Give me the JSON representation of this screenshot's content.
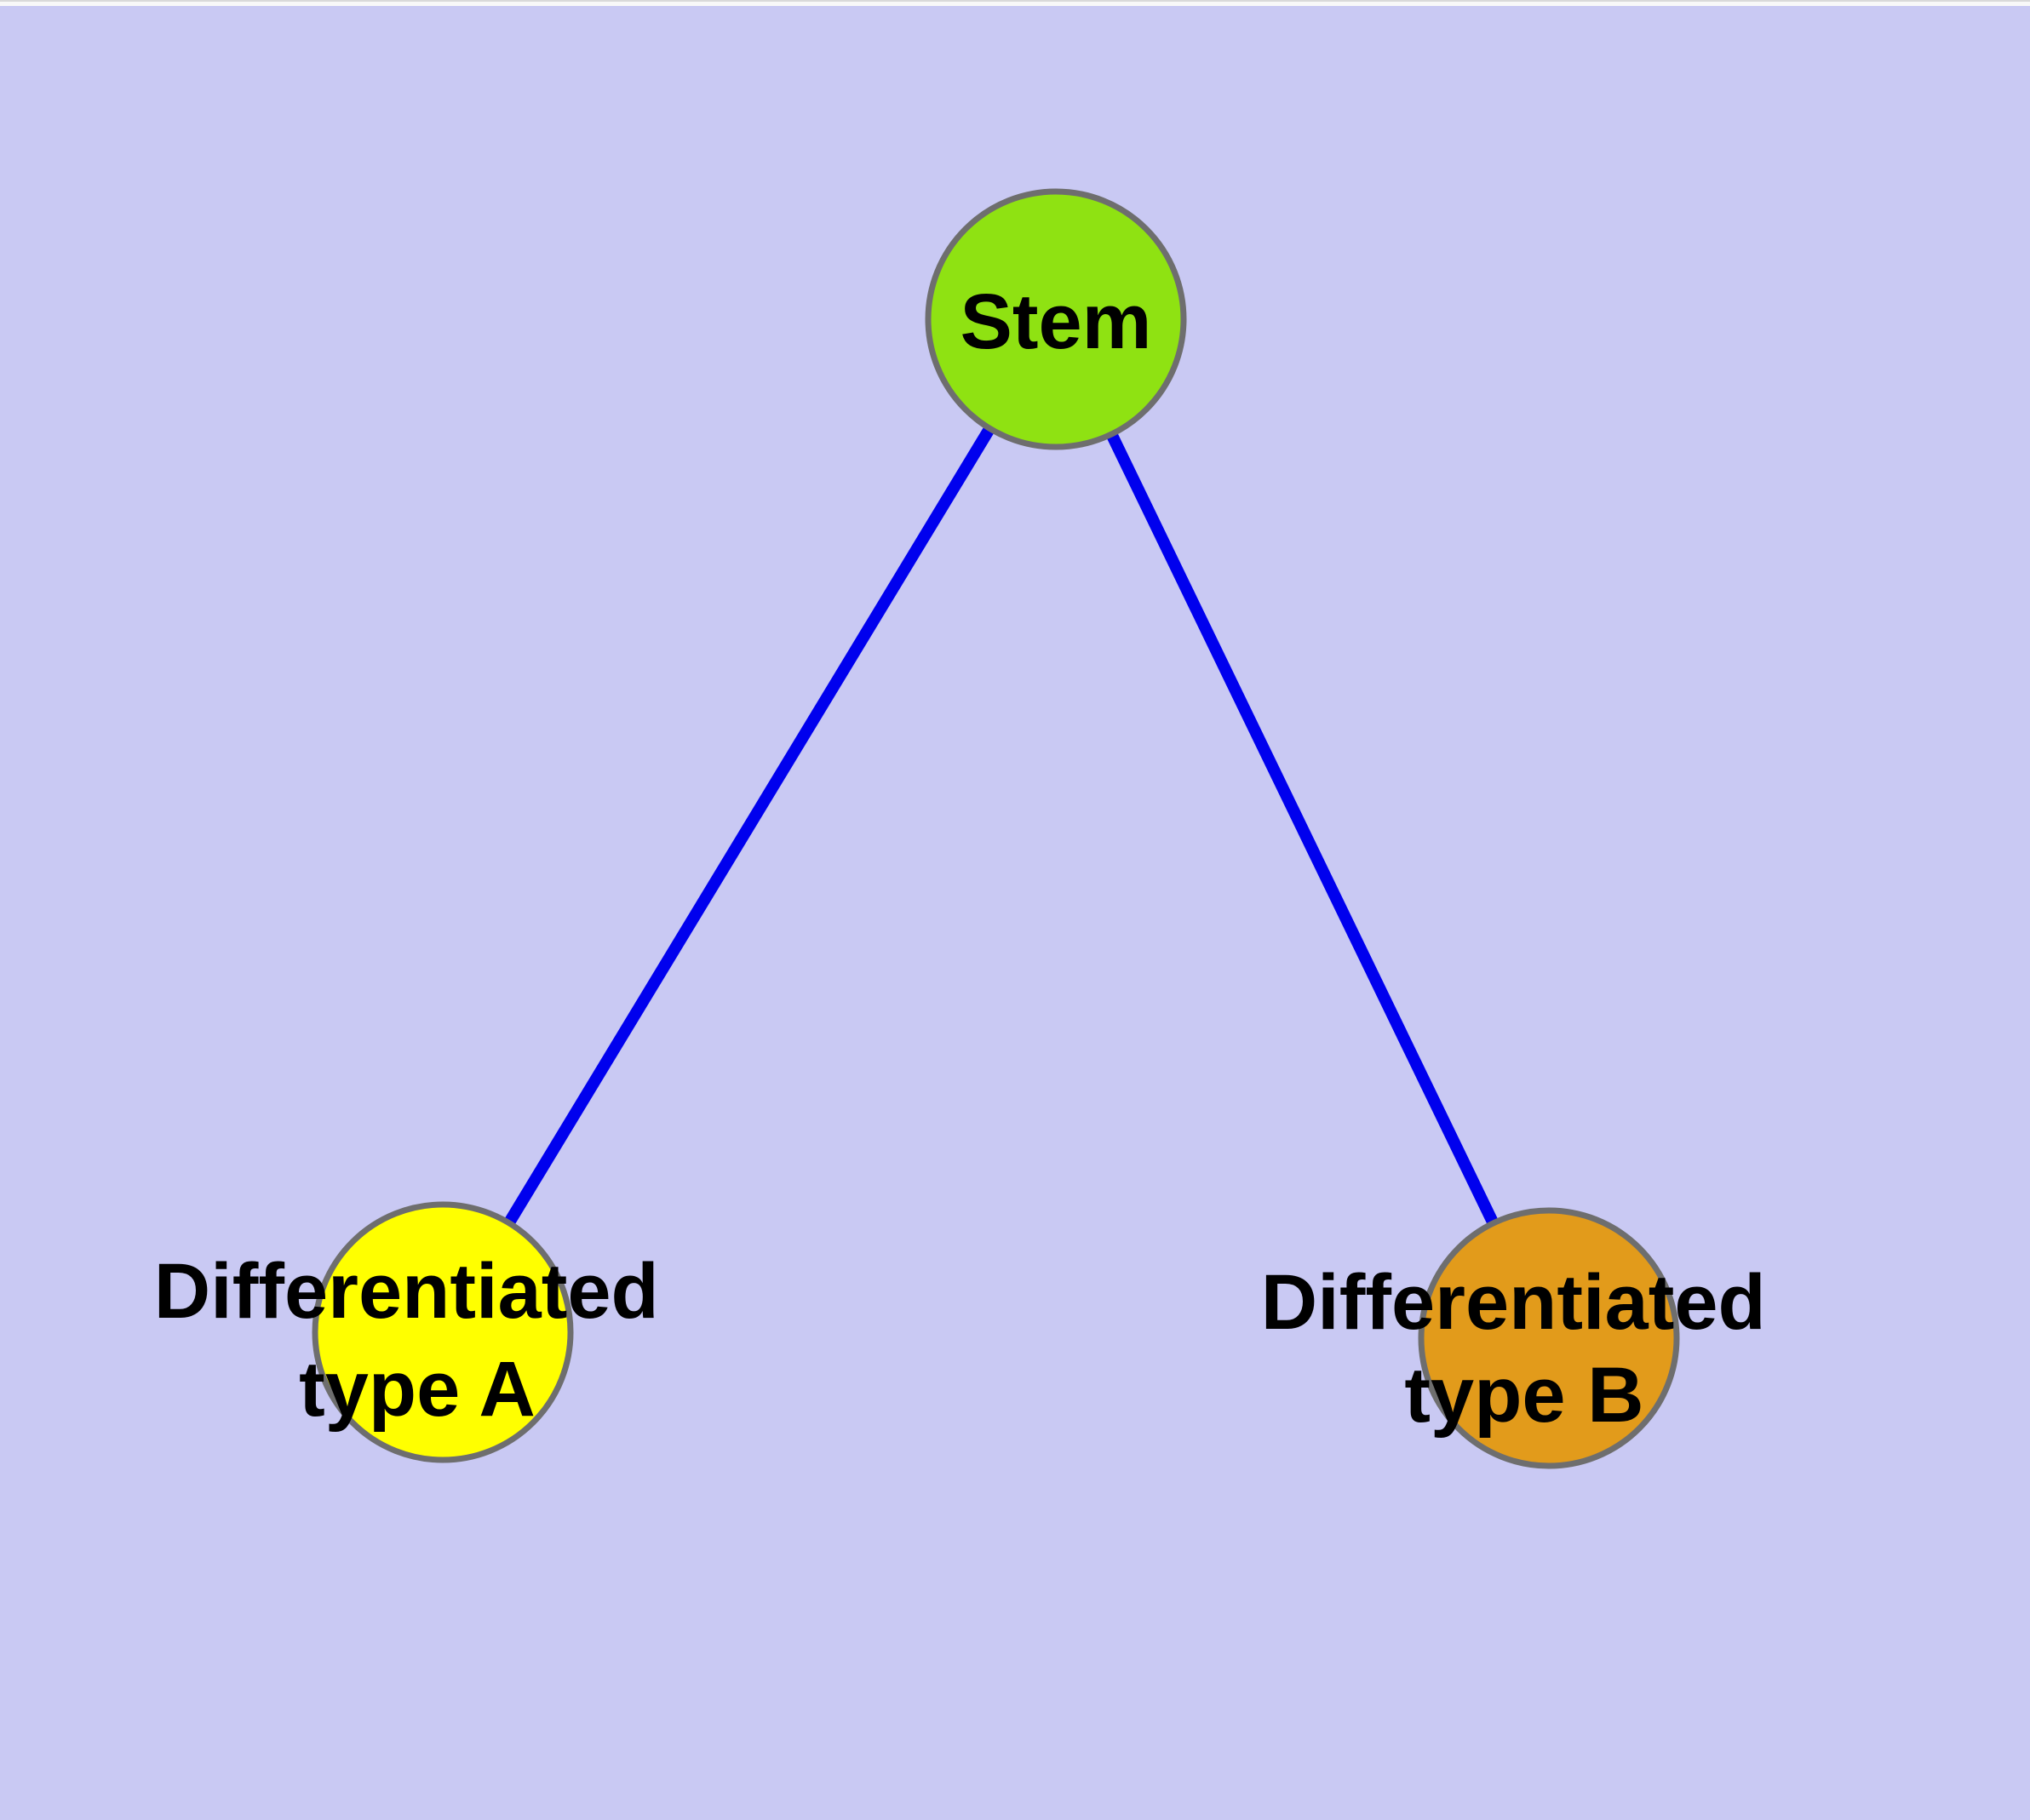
{
  "figure": {
    "type": "graph-diagram",
    "background_color": "#C9C9F3",
    "top_strip_color": "#F8F8F8",
    "top_strip_line_color": "#D9D9D9",
    "edge_color": "#0000EE",
    "node_border_color": "#6E6E6E",
    "label_color": "#000000",
    "nodes": [
      {
        "id": "stem",
        "label": "Stem",
        "fill": "#8FE212"
      },
      {
        "id": "differentiated-type-a",
        "label": "Differentiated type A",
        "label_line1": "Differentiated",
        "label_line2": "type A",
        "fill": "#FFFF00"
      },
      {
        "id": "differentiated-type-b",
        "label": "Differentiated type B",
        "label_line1": "Differentiated",
        "label_line2": "type B",
        "fill": "#E29B1B"
      }
    ],
    "edges": [
      {
        "from": "stem",
        "to": "differentiated-type-a"
      },
      {
        "from": "stem",
        "to": "differentiated-type-b"
      }
    ]
  }
}
